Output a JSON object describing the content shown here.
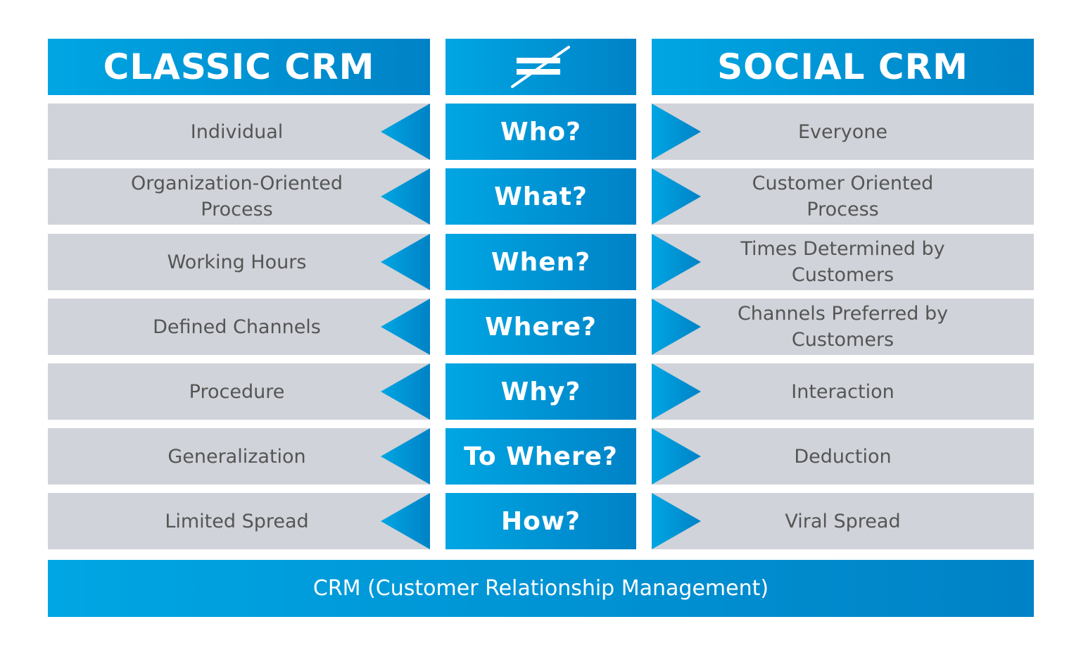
{
  "header": {
    "left_title": "CLASSIC CRM",
    "middle_icon": "not-equal-icon",
    "right_title": "SOCIAL CRM"
  },
  "rows": [
    {
      "question": "Who?",
      "classic": "Individual",
      "social": "Everyone"
    },
    {
      "question": "What?",
      "classic": "Organization-Oriented Process",
      "social": "Customer Oriented Process"
    },
    {
      "question": "When?",
      "classic": "Working Hours",
      "social": "Times Determined by Customers"
    },
    {
      "question": "Where?",
      "classic": "Defined Channels",
      "social": "Channels Preferred by Customers"
    },
    {
      "question": "Why?",
      "classic": "Procedure",
      "social": "Interaction"
    },
    {
      "question": "To Where?",
      "classic": "Generalization",
      "social": "Deduction"
    },
    {
      "question": "How?",
      "classic": "Limited Spread",
      "social": "Viral Spread"
    }
  ],
  "footer": {
    "label": "CRM (Customer Relationship Management)"
  },
  "colors": {
    "accent_start": "#00a6e3",
    "accent_end": "#0082c6",
    "cell_bg": "#d0d3d9",
    "cell_text": "#555555"
  }
}
